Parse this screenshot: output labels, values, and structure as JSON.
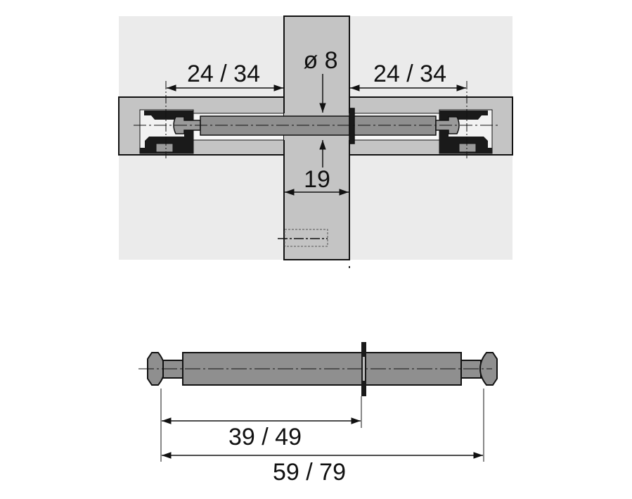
{
  "assembly_view": {
    "dim_left": "24 / 34",
    "dim_right": "24 / 34",
    "dim_diameter": "ø 8",
    "dim_board_thickness": "19"
  },
  "bolt_view": {
    "dim_to_washer": "39 / 49",
    "dim_overall": "59 / 79"
  },
  "colors": {
    "panel": "#ebebeb",
    "board": "#c4c4c4",
    "bolt": "#8f8f8f",
    "housing": "#1a1a1a"
  }
}
